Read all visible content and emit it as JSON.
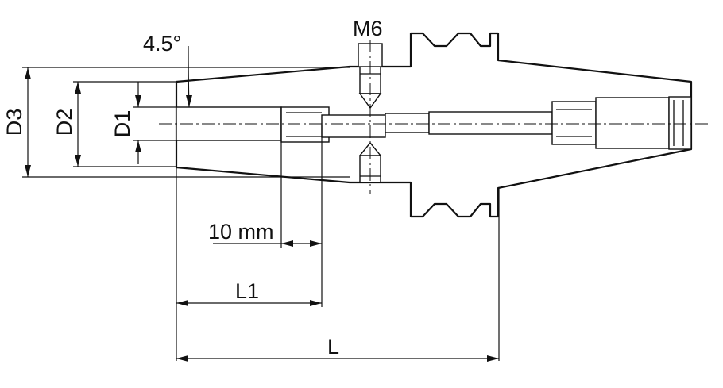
{
  "labels": {
    "angle": "4.5°",
    "thread": "M6",
    "d1": "D1",
    "d2": "D2",
    "d3": "D3",
    "depth": "10 mm",
    "l1": "L1",
    "l": "L"
  },
  "colors": {
    "line": "#111111",
    "background": "#ffffff"
  }
}
